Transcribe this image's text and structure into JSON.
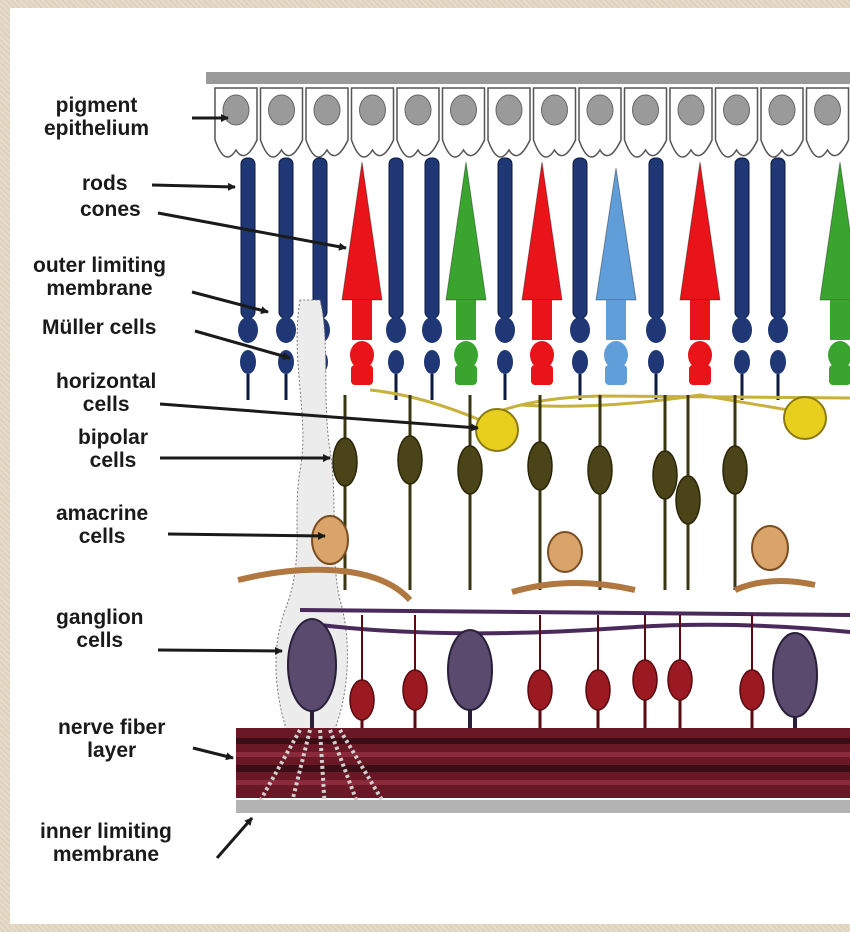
{
  "labels": {
    "pigment": [
      "pigment",
      "epithelium"
    ],
    "rods": "rods",
    "cones": "cones",
    "outer_limiting": [
      "outer limiting",
      "membrane"
    ],
    "muller": "Müller cells",
    "horizontal": [
      "horizontal",
      "cells"
    ],
    "bipolar": [
      "bipolar",
      "cells"
    ],
    "amacrine": [
      "amacrine",
      "cells"
    ],
    "ganglion": [
      "ganglion",
      "cells"
    ],
    "nerve_fiber": [
      "nerve fiber",
      "layer"
    ],
    "inner_limiting": [
      "inner limiting",
      "membrane"
    ]
  },
  "colors": {
    "rod": "#1f3775",
    "cone_red": "#e8141a",
    "cone_green": "#3aa52e",
    "cone_blue": "#5f9ed8",
    "horizontal": "#e8cf1e",
    "bipolar": "#4a4418",
    "amacrine": "#d9a46a",
    "ganglion": "#5a4a6e",
    "nerve_fiber": "#5e1520",
    "muller": "#d8d8d8"
  }
}
